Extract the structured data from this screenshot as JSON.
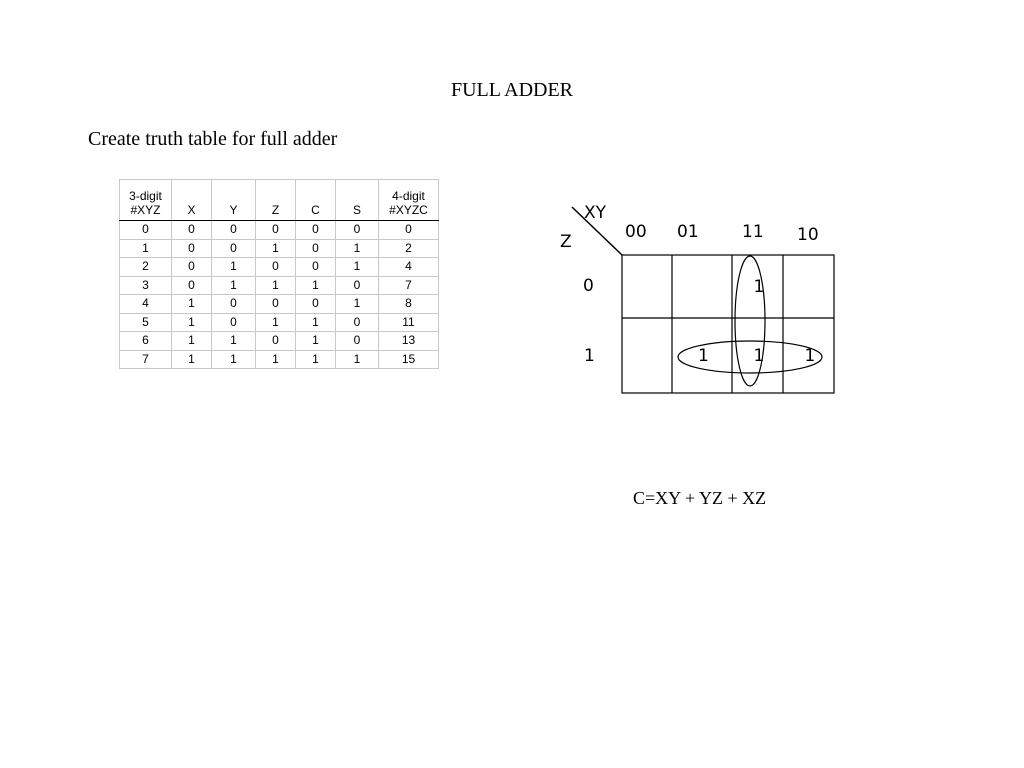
{
  "title": "FULL ADDER",
  "subtitle": "Create truth table for full adder",
  "truth_table": {
    "headers": [
      [
        "3-digit",
        "#XYZ"
      ],
      [
        "",
        "X"
      ],
      [
        "",
        "Y"
      ],
      [
        "",
        "Z"
      ],
      [
        "",
        "C"
      ],
      [
        "",
        "S"
      ],
      [
        "4-digit",
        "#XYZC"
      ]
    ],
    "rows": [
      [
        "0",
        "0",
        "0",
        "0",
        "0",
        "0",
        "0"
      ],
      [
        "1",
        "0",
        "0",
        "1",
        "0",
        "1",
        "2"
      ],
      [
        "2",
        "0",
        "1",
        "0",
        "0",
        "1",
        "4"
      ],
      [
        "3",
        "0",
        "1",
        "1",
        "1",
        "0",
        "7"
      ],
      [
        "4",
        "1",
        "0",
        "0",
        "0",
        "1",
        "8"
      ],
      [
        "5",
        "1",
        "0",
        "1",
        "1",
        "0",
        "11"
      ],
      [
        "6",
        "1",
        "1",
        "0",
        "1",
        "0",
        "13"
      ],
      [
        "7",
        "1",
        "1",
        "1",
        "1",
        "1",
        "15"
      ]
    ]
  },
  "kmap": {
    "col_var": "XY",
    "row_var": "Z",
    "col_labels": [
      "00",
      "01",
      "11",
      "10"
    ],
    "row_labels": [
      "0",
      "1"
    ],
    "ones": [
      {
        "row": 0,
        "col": 2,
        "label": "1"
      },
      {
        "row": 1,
        "col": 1,
        "label": "1"
      },
      {
        "row": 1,
        "col": 2,
        "label": "1"
      },
      {
        "row": 1,
        "col": 3,
        "label": "1"
      }
    ]
  },
  "equation": "C=XY + YZ + XZ"
}
